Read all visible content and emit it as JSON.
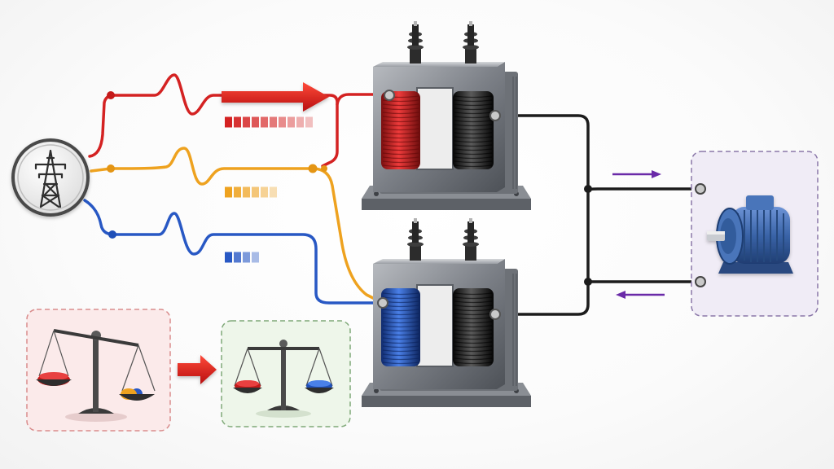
{
  "diagram": {
    "source": {
      "icon": "transmission-tower-icon"
    },
    "phases": [
      {
        "id": "phase-a",
        "color": "#d42222",
        "indicator_level": 1.0
      },
      {
        "id": "phase-b",
        "color": "#eea21f",
        "indicator_level": 0.55
      },
      {
        "id": "phase-c",
        "color": "#2858c4",
        "indicator_level": 0.4
      }
    ],
    "transformers": [
      {
        "id": "transformer-top",
        "primary_color": "#d42222",
        "secondary_color": "#1c1c1c"
      },
      {
        "id": "transformer-bottom",
        "primary_color": "#2858c4",
        "secondary_color": "#1c1c1c"
      }
    ],
    "load": {
      "icon": "electric-motor-icon",
      "body_color": "#3a64a8"
    },
    "flow_arrows": {
      "color": "#6a2aa8"
    },
    "balance_panels": [
      {
        "id": "unbalanced",
        "background": "#fbeaea",
        "border": "#d98c8c"
      },
      {
        "id": "balanced",
        "background": "#eef6ea",
        "border": "#7fa878"
      }
    ],
    "transition_arrow_color": "#d42222"
  }
}
